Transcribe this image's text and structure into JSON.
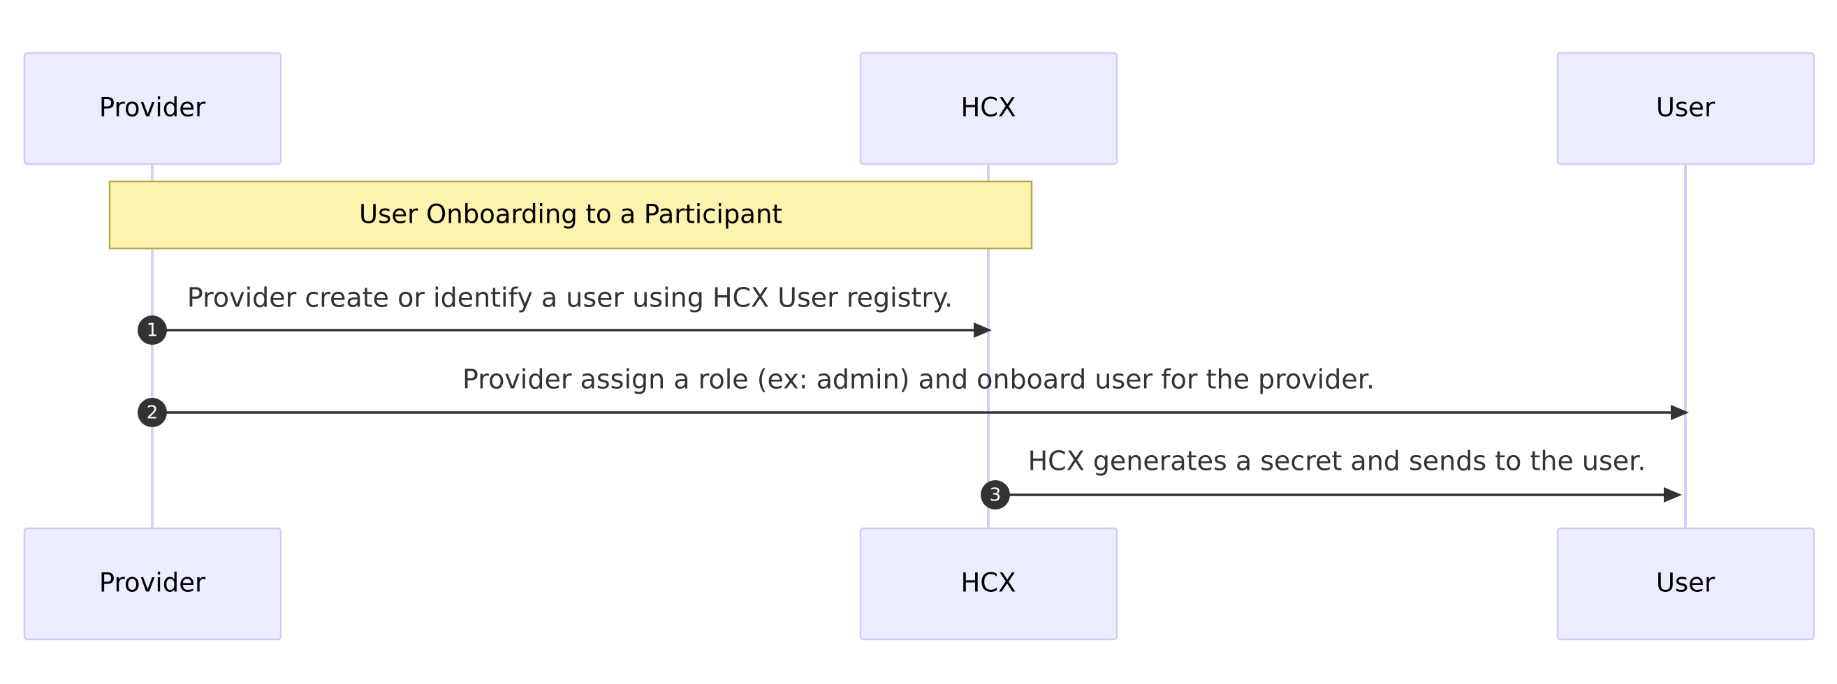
{
  "diagram": {
    "type": "sequence",
    "participants": [
      {
        "id": "provider",
        "label": "Provider"
      },
      {
        "id": "hcx",
        "label": "HCX"
      },
      {
        "id": "user",
        "label": "User"
      }
    ],
    "note": {
      "text": "User Onboarding to a Participant",
      "from": "provider",
      "to": "hcx"
    },
    "messages": [
      {
        "number": "1",
        "from": "provider",
        "to": "hcx",
        "text": "Provider create or identify a user using HCX User registry."
      },
      {
        "number": "2",
        "from": "provider",
        "to": "user",
        "text": "Provider assign a role (ex: admin) and onboard user for the provider."
      },
      {
        "number": "3",
        "from": "hcx",
        "to": "user",
        "text": "HCX generates a secret and sends to the user."
      }
    ],
    "colors": {
      "actor_fill": "#ececff",
      "actor_border": "#d1ccf5",
      "note_fill": "#fbf3ae",
      "note_border": "#b3a94b",
      "arrow": "#333333"
    }
  }
}
